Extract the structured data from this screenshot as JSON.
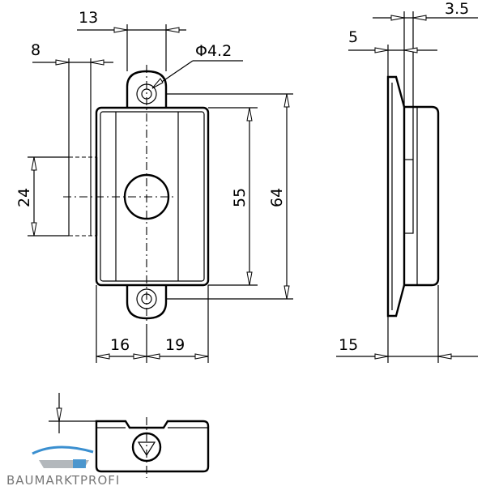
{
  "dimensions": {
    "d13": "13",
    "d8": "8",
    "hole": "Φ4.2",
    "d24": "24",
    "d55": "55",
    "d64": "64",
    "d16": "16",
    "d19": "19",
    "d35": "3.5",
    "d5": "5",
    "d15": "15"
  },
  "watermark": {
    "text": "BAUMARKTPROFI",
    "logo_color": "#3a8fd0",
    "text_color": "#777777"
  }
}
